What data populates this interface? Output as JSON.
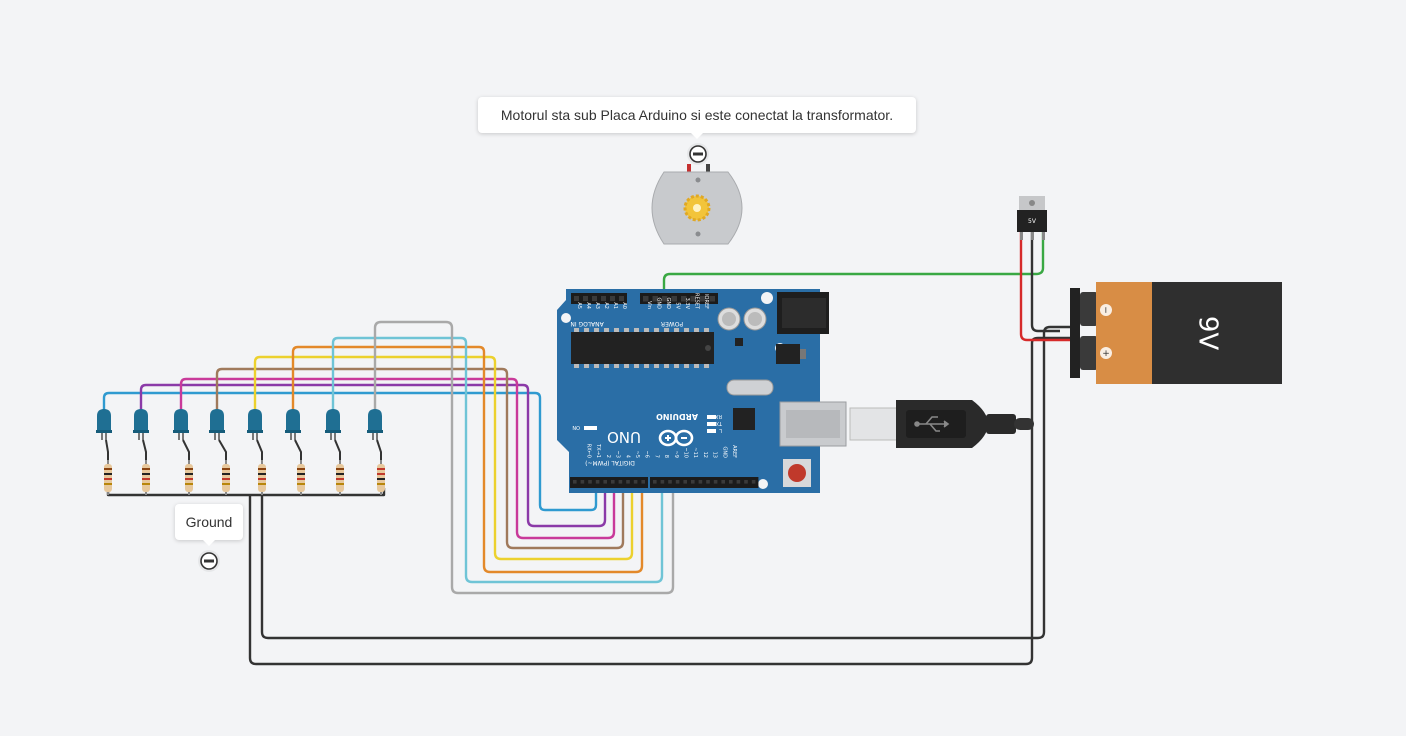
{
  "notes": {
    "motor": "Motorul sta sub Placa Arduino si este conectat la transformator.",
    "ground": "Ground"
  },
  "board": {
    "brand": "ARDUINO",
    "model": "UNO",
    "analog_header": "ANALOG IN",
    "power_header": "POWER",
    "digital_header": "DIGITAL (PWM~)",
    "power_pins": [
      "IOREF",
      "RESET",
      "3.3V",
      "5V",
      "GND",
      "GND",
      "Vin"
    ],
    "analog_pins": [
      "A0",
      "A1",
      "A2",
      "A3",
      "A4",
      "A5"
    ],
    "digital_pins": [
      "AREF",
      "GND",
      "13",
      "12",
      "~11",
      "~10",
      "~9",
      "8",
      "7",
      "~6",
      "~5",
      "4",
      "~3",
      "2",
      "TX→1",
      "RX←0"
    ],
    "leds": [
      "L",
      "TX",
      "RX",
      "ON"
    ]
  },
  "regulator": {
    "label": "5V"
  },
  "battery": {
    "label": "9V",
    "minus": "−",
    "plus": "+"
  },
  "colors": {
    "board": "#2a6ea6",
    "led_body": "#1f6f93",
    "battery_body": "#2f2f2f",
    "battery_band": "#d88d45",
    "wire_blue": "#2f9ad0",
    "wire_purple": "#8b3aa8",
    "wire_magenta": "#c93a9a",
    "wire_brown": "#a07a5c",
    "wire_yellow": "#ecd12e",
    "wire_orange": "#e3892a",
    "wire_cyan": "#6fc4d6",
    "wire_gray": "#a9a9a9",
    "wire_green": "#39a843",
    "wire_red": "#d62a2a",
    "wire_black": "#333333"
  }
}
